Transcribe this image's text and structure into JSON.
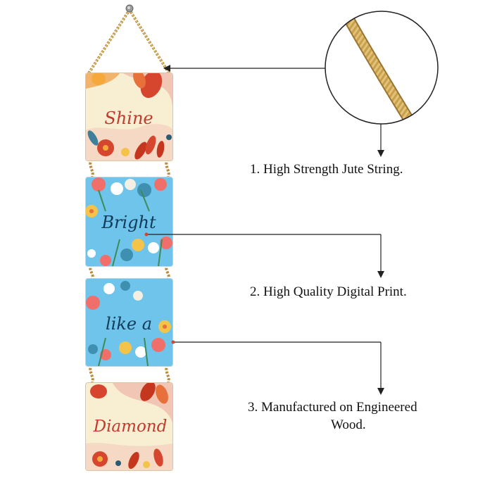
{
  "plaques": [
    {
      "word": "Shine",
      "theme": "cream",
      "text_color": "#c23a2e"
    },
    {
      "word": "Bright",
      "theme": "blue",
      "text_color": "#123b5a"
    },
    {
      "word": "like a",
      "theme": "blue",
      "text_color": "#123b5a"
    },
    {
      "word": "Diamond",
      "theme": "cream",
      "text_color": "#c23a2e"
    }
  ],
  "callouts": [
    {
      "lines": [
        "1. High Strength Jute String."
      ]
    },
    {
      "lines": [
        "2. High Quality Digital Print."
      ]
    },
    {
      "lines": [
        "3. Manufactured on Engineered",
        "Wood."
      ]
    }
  ],
  "colors": {
    "jute": "#c9a04a",
    "cream_bg": "#f8eed2",
    "blue_bg": "#6ec4ea",
    "accent_red": "#d6452e",
    "callout_line": "#222222"
  },
  "icons": [
    "nail-icon",
    "jute-rope-zoom-icon",
    "arrow-down-icon",
    "arrow-left-icon"
  ]
}
